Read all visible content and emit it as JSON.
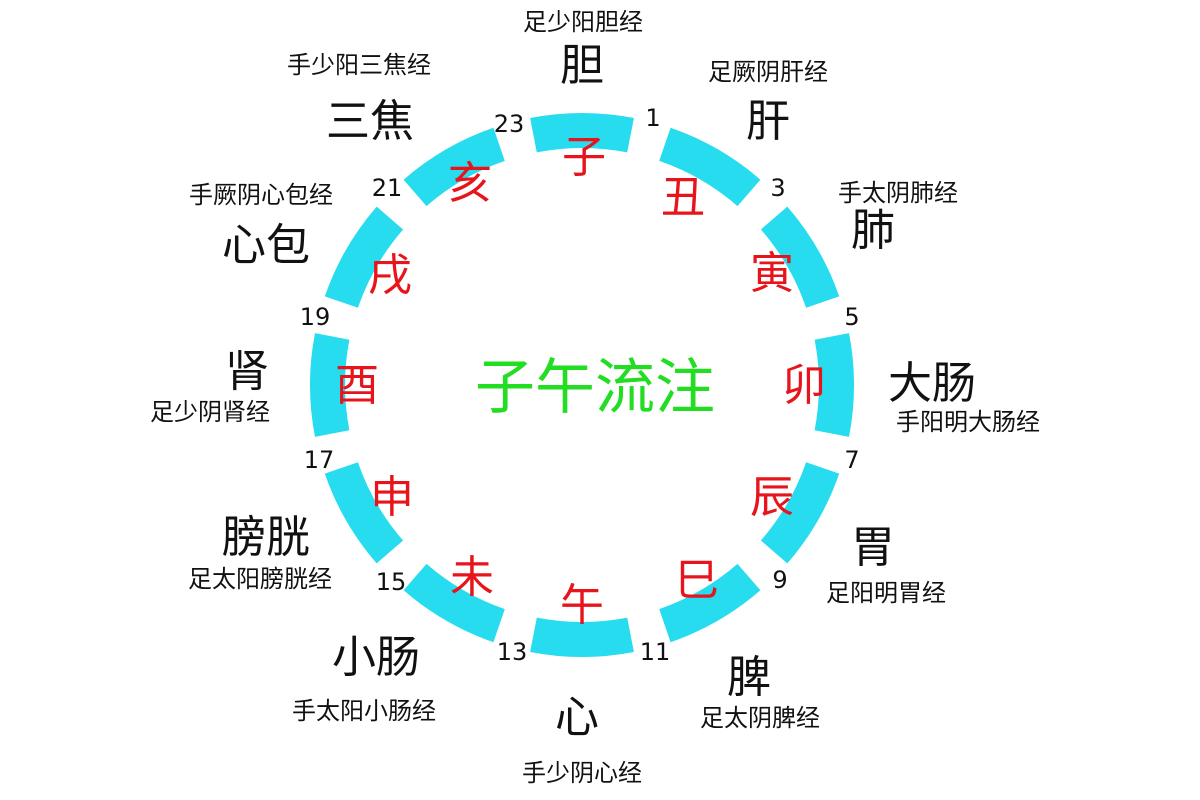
{
  "title": "子午流注",
  "colors": {
    "arc": "#27dcef",
    "branch": "#e8141b",
    "title": "#22dd22",
    "text": "#111111"
  },
  "segments": [
    {
      "branch": "子",
      "organ": "胆",
      "meridian": "足少阳胆经"
    },
    {
      "branch": "丑",
      "organ": "肝",
      "meridian": "足厥阴肝经"
    },
    {
      "branch": "寅",
      "organ": "肺",
      "meridian": "手太阴肺经"
    },
    {
      "branch": "卯",
      "organ": "大肠",
      "meridian": "手阳明大肠经"
    },
    {
      "branch": "辰",
      "organ": "胃",
      "meridian": "足阳明胃经"
    },
    {
      "branch": "巳",
      "organ": "脾",
      "meridian": "足太阴脾经"
    },
    {
      "branch": "午",
      "organ": "心",
      "meridian": "手少阴心经"
    },
    {
      "branch": "未",
      "organ": "小肠",
      "meridian": "手太阳小肠经"
    },
    {
      "branch": "申",
      "organ": "膀胱",
      "meridian": "足太阳膀胱经"
    },
    {
      "branch": "酉",
      "organ": "肾",
      "meridian": "足少阴肾经"
    },
    {
      "branch": "戌",
      "organ": "心包",
      "meridian": "手厥阴心包经"
    },
    {
      "branch": "亥",
      "organ": "三焦",
      "meridian": "手少阳三焦经"
    }
  ],
  "hours": [
    "1",
    "3",
    "5",
    "7",
    "9",
    "11",
    "13",
    "15",
    "17",
    "19",
    "21",
    "23"
  ]
}
